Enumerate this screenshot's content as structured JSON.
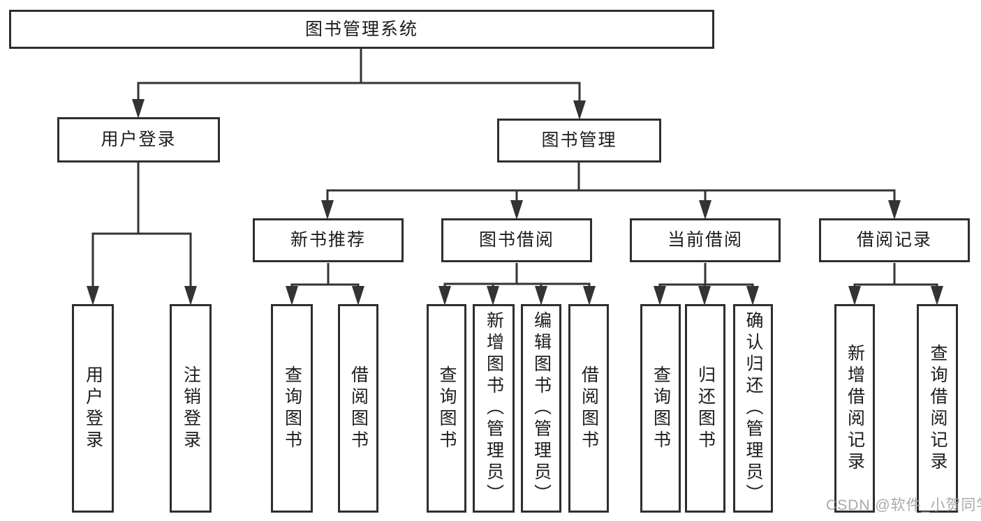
{
  "tree": {
    "root": {
      "label": "图书管理系统"
    },
    "branches": [
      {
        "label": "用户登录",
        "children": [
          {
            "label": "用户登录"
          },
          {
            "label": "注销登录"
          }
        ]
      },
      {
        "label": "图书管理",
        "sections": [
          {
            "label": "新书推荐",
            "children": [
              {
                "label": "查询图书"
              },
              {
                "label": "借阅图书"
              }
            ]
          },
          {
            "label": "图书借阅",
            "children": [
              {
                "label": "查询图书"
              },
              {
                "label": "新增图书（管理员）"
              },
              {
                "label": "编辑图书（管理员）"
              },
              {
                "label": "借阅图书"
              }
            ]
          },
          {
            "label": "当前借阅",
            "children": [
              {
                "label": "查询图书"
              },
              {
                "label": "归还图书"
              },
              {
                "label": "确认归还（管理员）"
              }
            ]
          },
          {
            "label": "借阅记录",
            "children": [
              {
                "label": "新增借阅记录"
              },
              {
                "label": "查询借阅记录"
              }
            ]
          }
        ]
      }
    ]
  },
  "watermark": {
    "text": "CSDN @软件_小贺同学"
  },
  "colors": {
    "line": "#333333",
    "border": "#2e2e2e",
    "text": "#1c1c1c",
    "watermark": "#a4a4a4"
  }
}
